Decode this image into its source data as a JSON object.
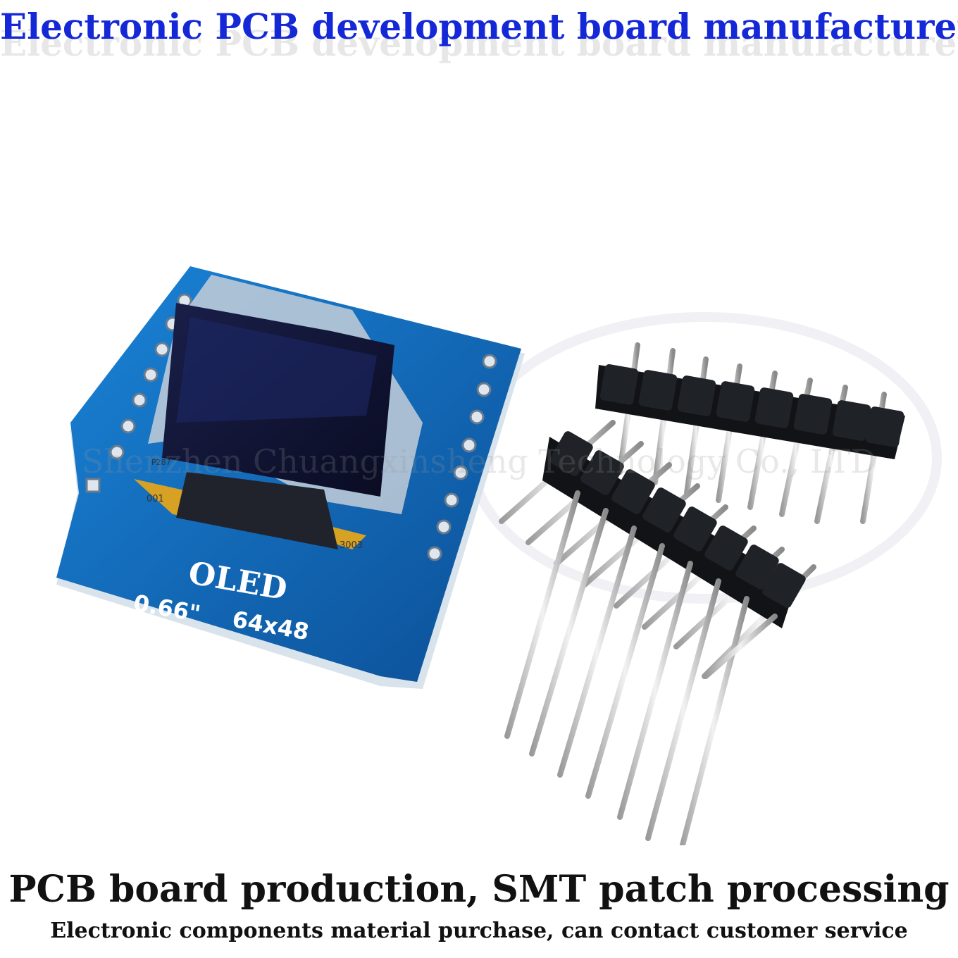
{
  "header": {
    "title": "Electronic PCB development board manufacturer"
  },
  "watermark": {
    "text": "Shenzhen Chuangxinsheng Technology Co., LTD"
  },
  "board": {
    "label_main": "OLED",
    "label_size": "0.66\"",
    "label_res": "64x48",
    "chip_mark_1": "P287",
    "chip_mark_2": "001",
    "chip_mark_3": "3003"
  },
  "footer": {
    "main": "PCB board production, SMT patch processing",
    "sub": "Electronic components material purchase, can contact customer service"
  },
  "colors": {
    "headline": "#1428d8",
    "pcb": "#1a74c8",
    "text": "#111111"
  }
}
